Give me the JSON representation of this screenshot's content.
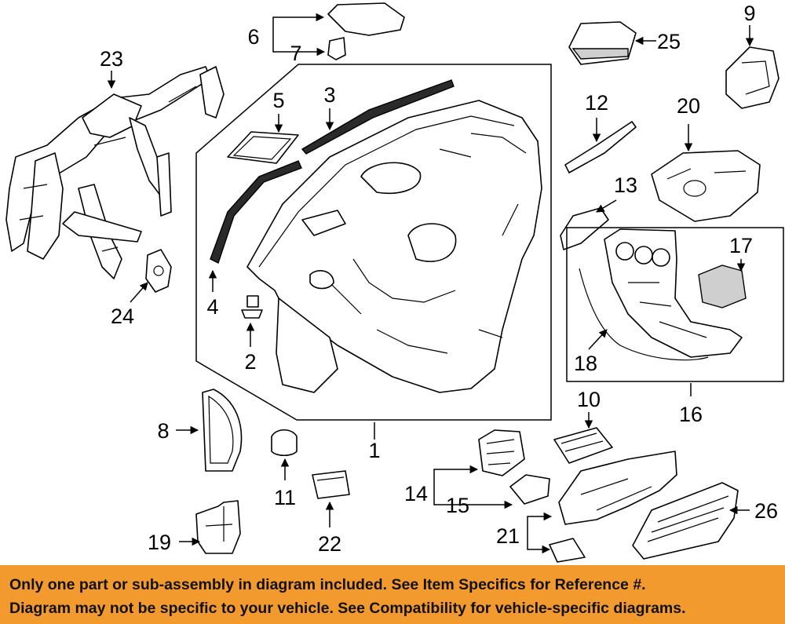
{
  "callouts": {
    "c1": "1",
    "c2": "2",
    "c3": "3",
    "c4": "4",
    "c5": "5",
    "c6": "6",
    "c7": "7",
    "c8": "8",
    "c9": "9",
    "c10": "10",
    "c11": "11",
    "c12": "12",
    "c13": "13",
    "c14": "14",
    "c15": "15",
    "c16": "16",
    "c17": "17",
    "c18": "18",
    "c19": "19",
    "c20": "20",
    "c21": "21",
    "c22": "22",
    "c23": "23",
    "c24": "24",
    "c25": "25",
    "c26": "26"
  },
  "footer": {
    "line1": "Only one part or sub-assembly in diagram included. See Item Specifics for Reference #.",
    "line2": "Diagram may not be specific to your vehicle. See Compatibility for vehicle-specific diagrams."
  },
  "colors": {
    "footer_bg": "#f39a2e",
    "ink": "#000000"
  }
}
